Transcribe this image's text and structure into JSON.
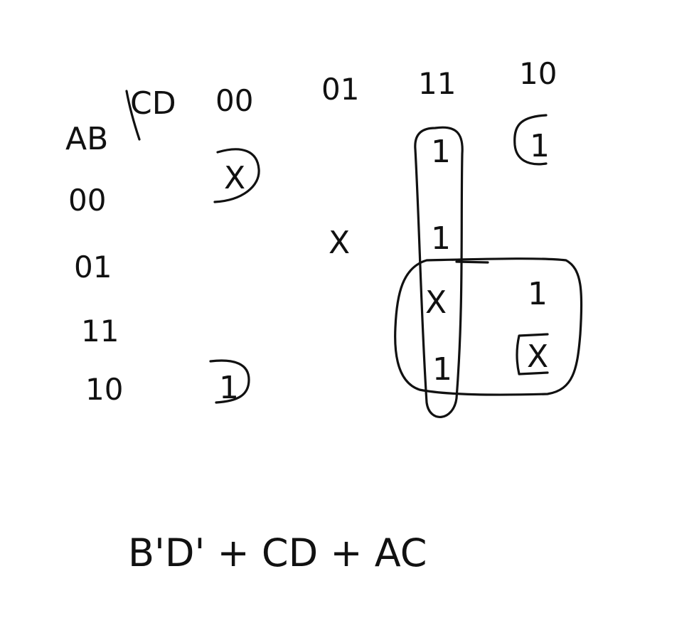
{
  "kmap": {
    "corner": {
      "row_vars": "AB",
      "col_vars": "CD"
    },
    "col_headers": [
      "00",
      "01",
      "11",
      "10"
    ],
    "row_headers": [
      "00",
      "01",
      "11",
      "10"
    ],
    "cells": [
      [
        "X",
        "",
        "1",
        "1"
      ],
      [
        "",
        "X",
        "1",
        ""
      ],
      [
        "",
        "",
        "X",
        "1"
      ],
      [
        "1",
        "",
        "1",
        "X"
      ]
    ],
    "groupings": [
      {
        "name": "column-11-group",
        "cells": [
          [
            0,
            2
          ],
          [
            1,
            2
          ],
          [
            2,
            2
          ],
          [
            3,
            2
          ]
        ]
      },
      {
        "name": "bottom-right-group",
        "cells": [
          [
            2,
            2
          ],
          [
            2,
            3
          ],
          [
            3,
            2
          ],
          [
            3,
            3
          ]
        ]
      },
      {
        "name": "corner-group",
        "cells": [
          [
            0,
            0
          ],
          [
            0,
            3
          ],
          [
            3,
            0
          ],
          [
            3,
            3
          ]
        ]
      }
    ],
    "expression": "B'D' + CD + AC"
  }
}
